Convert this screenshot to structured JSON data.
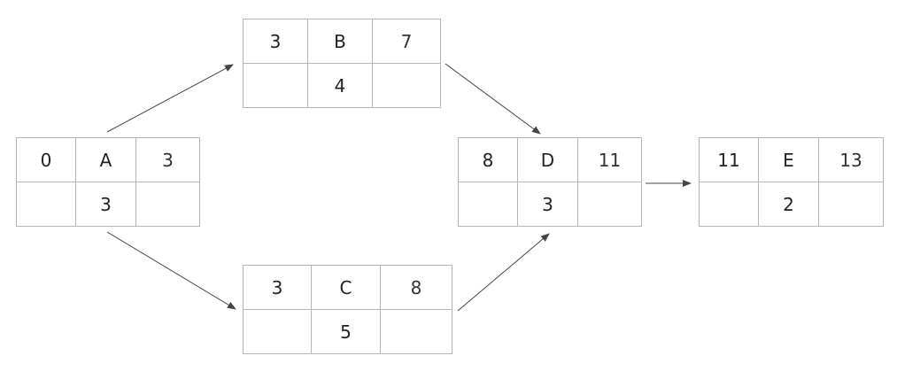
{
  "nodes": [
    {
      "id": "A",
      "es": "0",
      "ef": "3",
      "duration": "3"
    },
    {
      "id": "B",
      "es": "3",
      "ef": "7",
      "duration": "4"
    },
    {
      "id": "C",
      "es": "3",
      "ef": "8",
      "duration": "5"
    },
    {
      "id": "D",
      "es": "8",
      "ef": "11",
      "duration": "3"
    },
    {
      "id": "E",
      "es": "11",
      "ef": "13",
      "duration": "2"
    }
  ],
  "edges": [
    {
      "from": "A",
      "to": "B"
    },
    {
      "from": "A",
      "to": "C"
    },
    {
      "from": "B",
      "to": "D"
    },
    {
      "from": "C",
      "to": "D"
    },
    {
      "from": "D",
      "to": "E"
    }
  ],
  "colors": {
    "border": "#b5b5b5",
    "arrow": "#444444",
    "text": "#222222"
  }
}
